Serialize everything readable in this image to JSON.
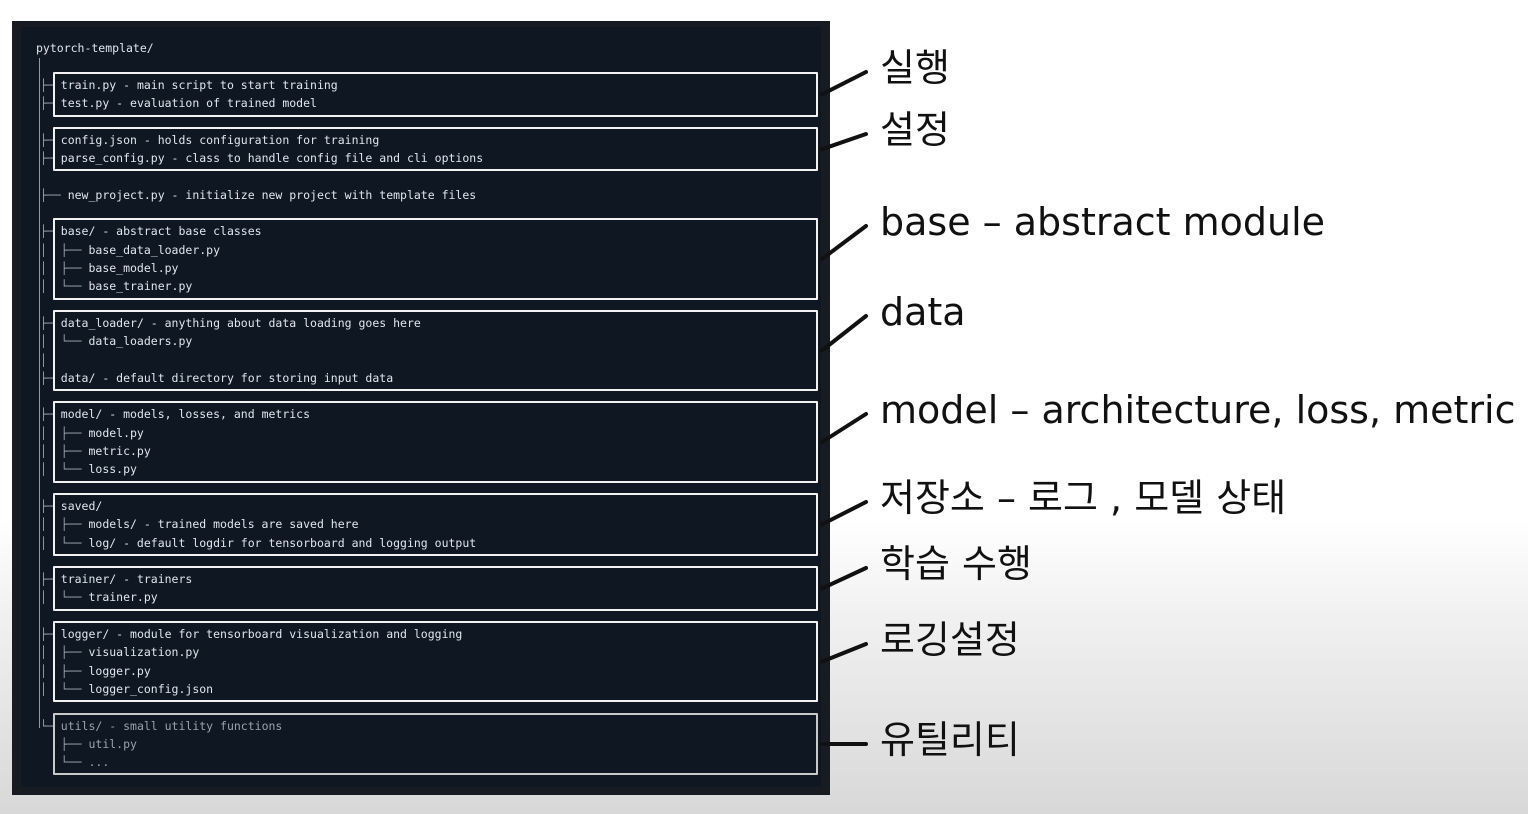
{
  "tree": {
    "root": "pytorch-template/",
    "groups": [
      {
        "lines": [
          {
            "prefix": "├─ ",
            "text": "train.py - main script to start training"
          },
          {
            "prefix": "├─ ",
            "text": "test.py - evaluation of trained model"
          }
        ],
        "boxed": true,
        "label": "실행"
      },
      {
        "lines": [
          {
            "prefix": "├─ ",
            "text": "config.json - holds configuration for training"
          },
          {
            "prefix": "├─ ",
            "text": "parse_config.py - class to handle config file and cli options"
          }
        ],
        "boxed": true,
        "label": "설정"
      },
      {
        "lines": [
          {
            "prefix": "├── ",
            "text": "new_project.py - initialize new project with template files"
          }
        ],
        "boxed": false,
        "label": ""
      },
      {
        "lines": [
          {
            "prefix": "├─ ",
            "text": "base/ - abstract base classes"
          },
          {
            "prefix": "│  ├── ",
            "text": "base_data_loader.py"
          },
          {
            "prefix": "│  ├── ",
            "text": "base_model.py"
          },
          {
            "prefix": "│  └── ",
            "text": "base_trainer.py"
          }
        ],
        "boxed": true,
        "label": "base – abstract module"
      },
      {
        "lines": [
          {
            "prefix": "├─ ",
            "text": "data_loader/ - anything about data loading goes here"
          },
          {
            "prefix": "│  └── ",
            "text": "data_loaders.py"
          },
          {
            "prefix": "│",
            "text": ""
          },
          {
            "prefix": "├─ ",
            "text": "data/ - default directory for storing input data"
          }
        ],
        "boxed": true,
        "label": "data"
      },
      {
        "lines": [
          {
            "prefix": "├─ ",
            "text": "model/ - models, losses, and metrics"
          },
          {
            "prefix": "│  ├── ",
            "text": "model.py"
          },
          {
            "prefix": "│  ├── ",
            "text": "metric.py"
          },
          {
            "prefix": "│  └── ",
            "text": "loss.py"
          }
        ],
        "boxed": true,
        "label": "model – architecture, loss, metric"
      },
      {
        "lines": [
          {
            "prefix": "├─ ",
            "text": "saved/"
          },
          {
            "prefix": "│  ├── ",
            "text": "models/ - trained models are saved here"
          },
          {
            "prefix": "│  └── ",
            "text": "log/ - default logdir for tensorboard and logging output"
          }
        ],
        "boxed": true,
        "label": "저장소 – 로그 , 모델 상태"
      },
      {
        "lines": [
          {
            "prefix": "├─ ",
            "text": "trainer/ - trainers"
          },
          {
            "prefix": "│  └── ",
            "text": "trainer.py"
          }
        ],
        "boxed": true,
        "label": "학습 수행"
      },
      {
        "lines": [
          {
            "prefix": "├─ ",
            "text": "logger/ - module for tensorboard visualization and logging"
          },
          {
            "prefix": "│  ├── ",
            "text": "visualization.py"
          },
          {
            "prefix": "│  ├── ",
            "text": "logger.py"
          },
          {
            "prefix": "│  └── ",
            "text": "logger_config.json"
          }
        ],
        "boxed": true,
        "label": "로깅설정"
      },
      {
        "lines": [
          {
            "prefix": "└─ ",
            "text": "utils/ - small utility functions"
          },
          {
            "prefix": "   ├── ",
            "text": "util.py"
          },
          {
            "prefix": "   └── ",
            "text": "..."
          }
        ],
        "boxed": true,
        "label": "유틸리티",
        "dim": true
      }
    ]
  }
}
